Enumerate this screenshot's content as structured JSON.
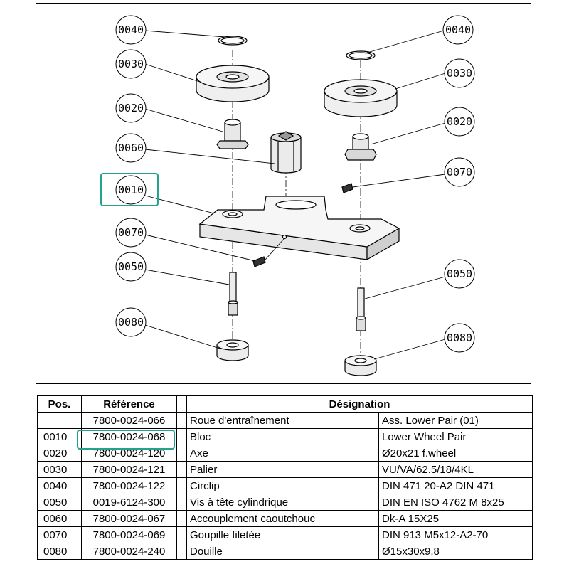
{
  "callouts": {
    "c1": "0040",
    "c2": "0040",
    "c3": "0030",
    "c4": "0030",
    "c5": "0020",
    "c6": "0020",
    "c7": "0060",
    "c8": "0070",
    "c9": "0010",
    "c10": "0070",
    "c11": "0050",
    "c12": "0050",
    "c13": "0080",
    "c14": "0080"
  },
  "highlight_color": "#23a48a",
  "table": {
    "headers": {
      "pos": "Pos.",
      "ref": "Référence",
      "designation": "Désignation"
    },
    "rows": [
      {
        "pos": "",
        "ref": "7800-0024-066",
        "fr": "Roue d'entraînement",
        "en": "Ass. Lower Pair (01)"
      },
      {
        "pos": "0010",
        "ref": "7800-0024-068",
        "fr": "Bloc",
        "en": "Lower Wheel Pair"
      },
      {
        "pos": "0020",
        "ref": "7800-0024-120",
        "fr": "Axe",
        "en": "Ø20x21 f.wheel"
      },
      {
        "pos": "0030",
        "ref": "7800-0024-121",
        "fr": "Palier",
        "en": "VU/VA/62.5/18/4KL"
      },
      {
        "pos": "0040",
        "ref": "7800-0024-122",
        "fr": "Circlip",
        "en": "DIN 471 20-A2 DIN 471"
      },
      {
        "pos": "0050",
        "ref": "0019-6124-300",
        "fr": "Vis à tête cylindrique",
        "en": "DIN EN ISO 4762 M 8x25"
      },
      {
        "pos": "0060",
        "ref": "7800-0024-067",
        "fr": "Accouplement caoutchouc",
        "en": "Dk-A 15X25"
      },
      {
        "pos": "0070",
        "ref": "7800-0024-069",
        "fr": "Goupille filetée",
        "en": "DIN 913 M5x12-A2-70"
      },
      {
        "pos": "0080",
        "ref": "7800-0024-240",
        "fr": "Douille",
        "en": "Ø15x30x9,8"
      }
    ]
  }
}
